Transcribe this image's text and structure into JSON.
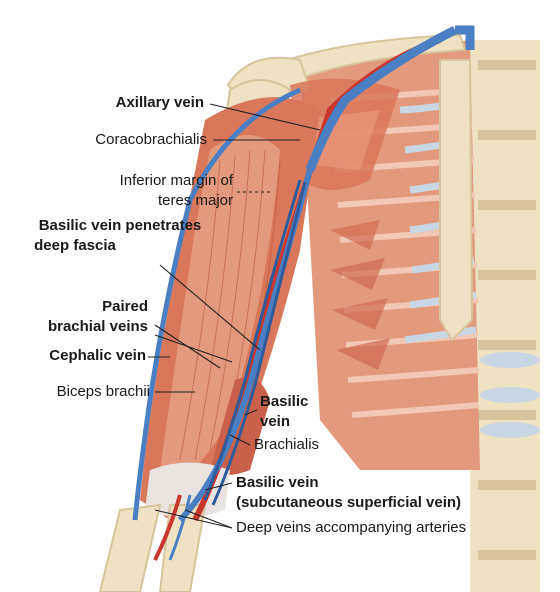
{
  "labels": {
    "axillary_vein": "Axillary vein",
    "coracobrachialis": "Coracobrachialis",
    "inferior_margin_line1": "Inferior margin of",
    "inferior_margin_line2": "teres major",
    "basilic_penetrates_line1": "Basilic vein penetrates",
    "basilic_penetrates_line2": "deep fascia",
    "paired_line1": "Paired",
    "paired_line2": "brachial veins",
    "cephalic_vein": "Cephalic vein",
    "biceps_brachii": "Biceps brachii",
    "basilic_line1": "Basilic",
    "basilic_line2": "vein",
    "brachialis": "Brachialis",
    "basilic_subcut_line1": "Basilic vein",
    "basilic_subcut_line2": "(subcutaneous superficial vein)",
    "deep_veins": "Deep veins accompanying arteries"
  },
  "colors": {
    "muscle": "#d9775a",
    "muscle_dark": "#b9553b",
    "muscle_light": "#eda387",
    "bone": "#efe2c2",
    "bone_shade": "#d7c49a",
    "cartilage": "#c9d6e4",
    "vein": "#4a7fc4",
    "vein_dark": "#2f5b9a",
    "artery": "#c8362c",
    "tendon": "#e9e4df",
    "leader": "#222222"
  }
}
